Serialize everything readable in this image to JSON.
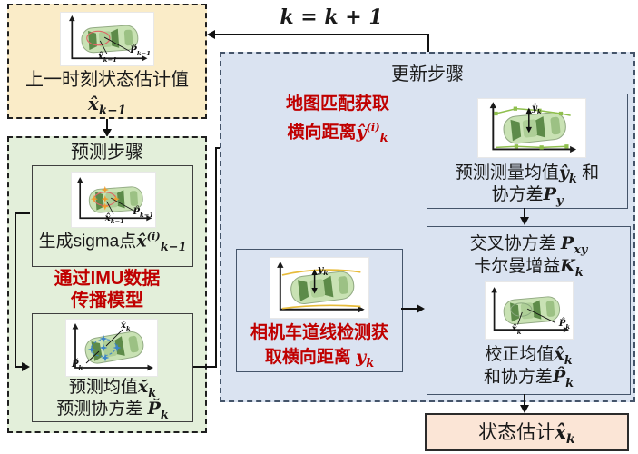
{
  "colors": {
    "prev_box_bg": "#faecc8",
    "predict_box_bg": "#e3efda",
    "update_box_bg": "#dae3f1",
    "status_box_bg": "#fbe5d6",
    "note_red": "#c00000",
    "lane_line_green": "#8fbf4d",
    "lane_line_yellow": "#e7bb3a",
    "sigma_point_orange": "#f09d2e",
    "sigma_point_blue": "#3d85c8"
  },
  "icons": {
    "prev_state_image": "car-top-view-with-covariance-ellipse-icon",
    "sigma_image": "car-top-view-with-sigma-points-icon",
    "predicted_image": "car-top-view-with-predicted-sigma-points-icon",
    "measurement_image": "car-top-view-with-map-lane-lines-icon",
    "camera_image": "car-top-view-with-camera-lane-lines-icon",
    "corrected_image": "car-top-view-with-corrected-ellipse-icon"
  },
  "iteration_loop": {
    "label": [
      {
        "k": "m",
        "v": "k = k + 1"
      }
    ]
  },
  "prev_box": {
    "caption_line1": "上一时刻状态估计值",
    "caption_math": [
      {
        "k": "m",
        "v": "x̂"
      },
      {
        "k": "sub",
        "v": "k−1"
      }
    ],
    "image_labels": {
      "mean": [
        {
          "k": "m",
          "v": "x̂"
        },
        {
          "k": "sub",
          "v": "k−1"
        }
      ],
      "cov": [
        {
          "k": "m",
          "v": "P̂"
        },
        {
          "k": "sub",
          "v": "k−1"
        }
      ]
    }
  },
  "predict_box": {
    "title": "预测步骤",
    "sigma_box": {
      "caption": [
        {
          "k": "t",
          "v": "生成sigma点"
        },
        {
          "k": "m",
          "v": "x̂"
        },
        {
          "k": "sup",
          "v": "(i)"
        },
        {
          "k": "sub",
          "v": "k−1"
        }
      ],
      "image_labels": {
        "mean": [
          {
            "k": "m",
            "v": "x̂"
          },
          {
            "k": "sub",
            "v": "k−1"
          }
        ],
        "cov": [
          {
            "k": "m",
            "v": "P̂"
          },
          {
            "k": "sub",
            "v": "k−1"
          }
        ]
      }
    },
    "imu_note_line1": "通过IMU数据",
    "imu_note_line2": "传播模型",
    "propagate_box": {
      "caption_line1": [
        {
          "k": "t",
          "v": "预测均值"
        },
        {
          "k": "m",
          "v": "x̆"
        },
        {
          "k": "sub",
          "v": "k"
        }
      ],
      "caption_line2": [
        {
          "k": "t",
          "v": "预测协方差 "
        },
        {
          "k": "m",
          "v": "P̆"
        },
        {
          "k": "sub",
          "v": "k"
        }
      ],
      "image_labels": {
        "mean": [
          {
            "k": "m",
            "v": "x̆"
          },
          {
            "k": "sub",
            "v": "k"
          }
        ],
        "cov": [
          {
            "k": "m",
            "v": "P̆"
          },
          {
            "k": "sub",
            "v": "k"
          }
        ]
      }
    }
  },
  "update_box": {
    "title": "更新步骤",
    "map_match_note_line1": "地图匹配获取",
    "map_match_note_line2": [
      {
        "k": "t",
        "v": "横向距离"
      },
      {
        "k": "m",
        "v": "ŷ"
      },
      {
        "k": "sup",
        "v": "(i)"
      },
      {
        "k": "sub",
        "v": "k"
      }
    ],
    "measurement_box": {
      "caption_line1": [
        {
          "k": "t",
          "v": "预测测量均值"
        },
        {
          "k": "m",
          "v": "ŷ"
        },
        {
          "k": "sub",
          "v": "k"
        },
        {
          "k": "t",
          "v": " 和"
        }
      ],
      "caption_line2": [
        {
          "k": "t",
          "v": "协方差"
        },
        {
          "k": "m",
          "v": "P"
        },
        {
          "k": "sub",
          "v": "y"
        }
      ],
      "image_label": [
        {
          "k": "m",
          "v": "ŷ"
        },
        {
          "k": "sub",
          "v": "k"
        }
      ]
    },
    "camera_box": {
      "caption_line1": "相机车道线检测获",
      "caption_line2": [
        {
          "k": "t",
          "v": "取横向距离 "
        },
        {
          "k": "m",
          "v": "y"
        },
        {
          "k": "sub",
          "v": "k"
        }
      ],
      "image_label": [
        {
          "k": "m",
          "v": "y"
        },
        {
          "k": "sub",
          "v": "k"
        }
      ]
    },
    "correction_box": {
      "caption_line1": [
        {
          "k": "t",
          "v": "交叉协方差 "
        },
        {
          "k": "m",
          "v": "P"
        },
        {
          "k": "sub",
          "v": "xy"
        }
      ],
      "caption_line2": [
        {
          "k": "t",
          "v": "卡尔曼增益"
        },
        {
          "k": "m",
          "v": "K"
        },
        {
          "k": "sub",
          "v": "k"
        }
      ],
      "caption_line3": [
        {
          "k": "t",
          "v": "校正均值"
        },
        {
          "k": "m",
          "v": "x̂"
        },
        {
          "k": "sub",
          "v": "k"
        }
      ],
      "caption_line4": [
        {
          "k": "t",
          "v": "和协方差"
        },
        {
          "k": "m",
          "v": "P̂"
        },
        {
          "k": "sub",
          "v": "k"
        }
      ],
      "image_labels": {
        "mean": [
          {
            "k": "m",
            "v": "x̂"
          },
          {
            "k": "sub",
            "v": "k"
          }
        ],
        "cov": [
          {
            "k": "m",
            "v": "P̂"
          },
          {
            "k": "sub",
            "v": "k"
          }
        ]
      }
    }
  },
  "status_box": {
    "caption": [
      {
        "k": "t",
        "v": "状态估计"
      },
      {
        "k": "m",
        "v": "x̂"
      },
      {
        "k": "sub",
        "v": "k"
      }
    ]
  }
}
